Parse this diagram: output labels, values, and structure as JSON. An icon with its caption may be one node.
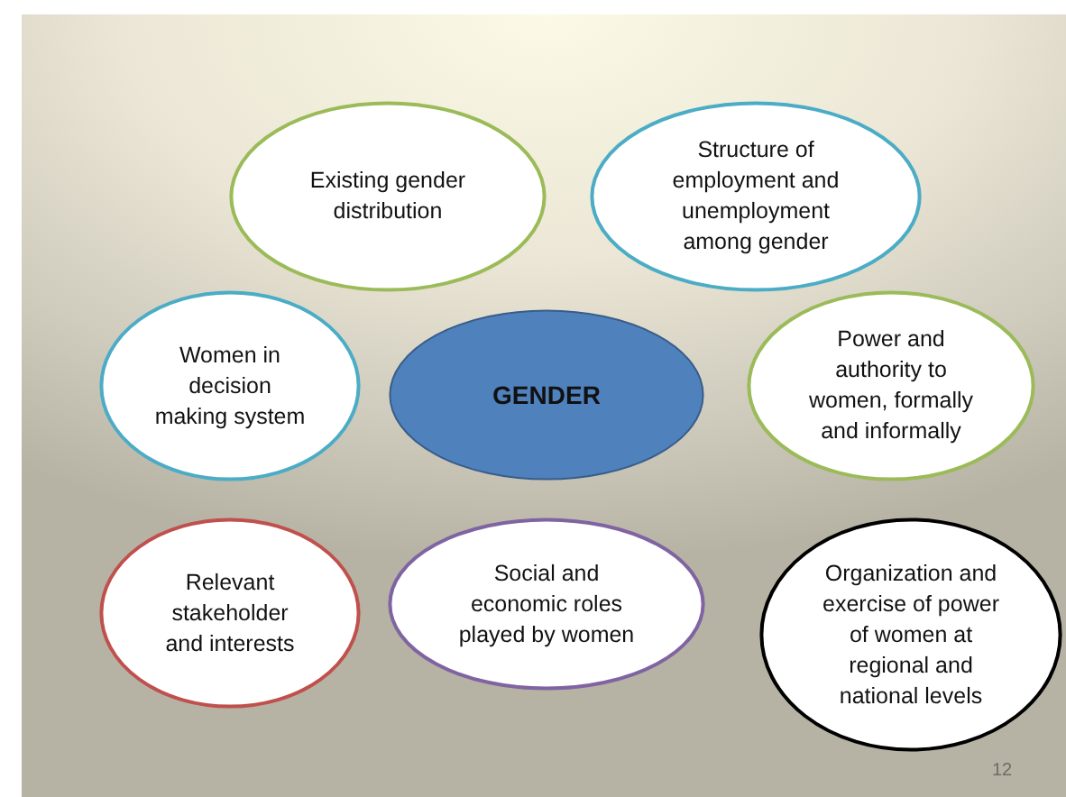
{
  "diagram": {
    "nodes": [
      {
        "text": [
          "Existing gender distribution"
        ]
      },
      {
        "text": [
          "Structure of employment and unemployment among gender"
        ]
      },
      {
        "text": [
          "Women in decision making system"
        ]
      },
      {
        "text": [
          "GENDER"
        ]
      },
      {
        "text": [
          "Power and authority  to women, formally and informally"
        ]
      },
      {
        "text": [
          "Relevant stakeholder and interests"
        ]
      },
      {
        "text": [
          "Social and economic roles played by women"
        ]
      },
      {
        "text": [
          "Organization and exercise of power of women at regional and national levels"
        ]
      }
    ],
    "labels": [
      "12"
    ]
  }
}
